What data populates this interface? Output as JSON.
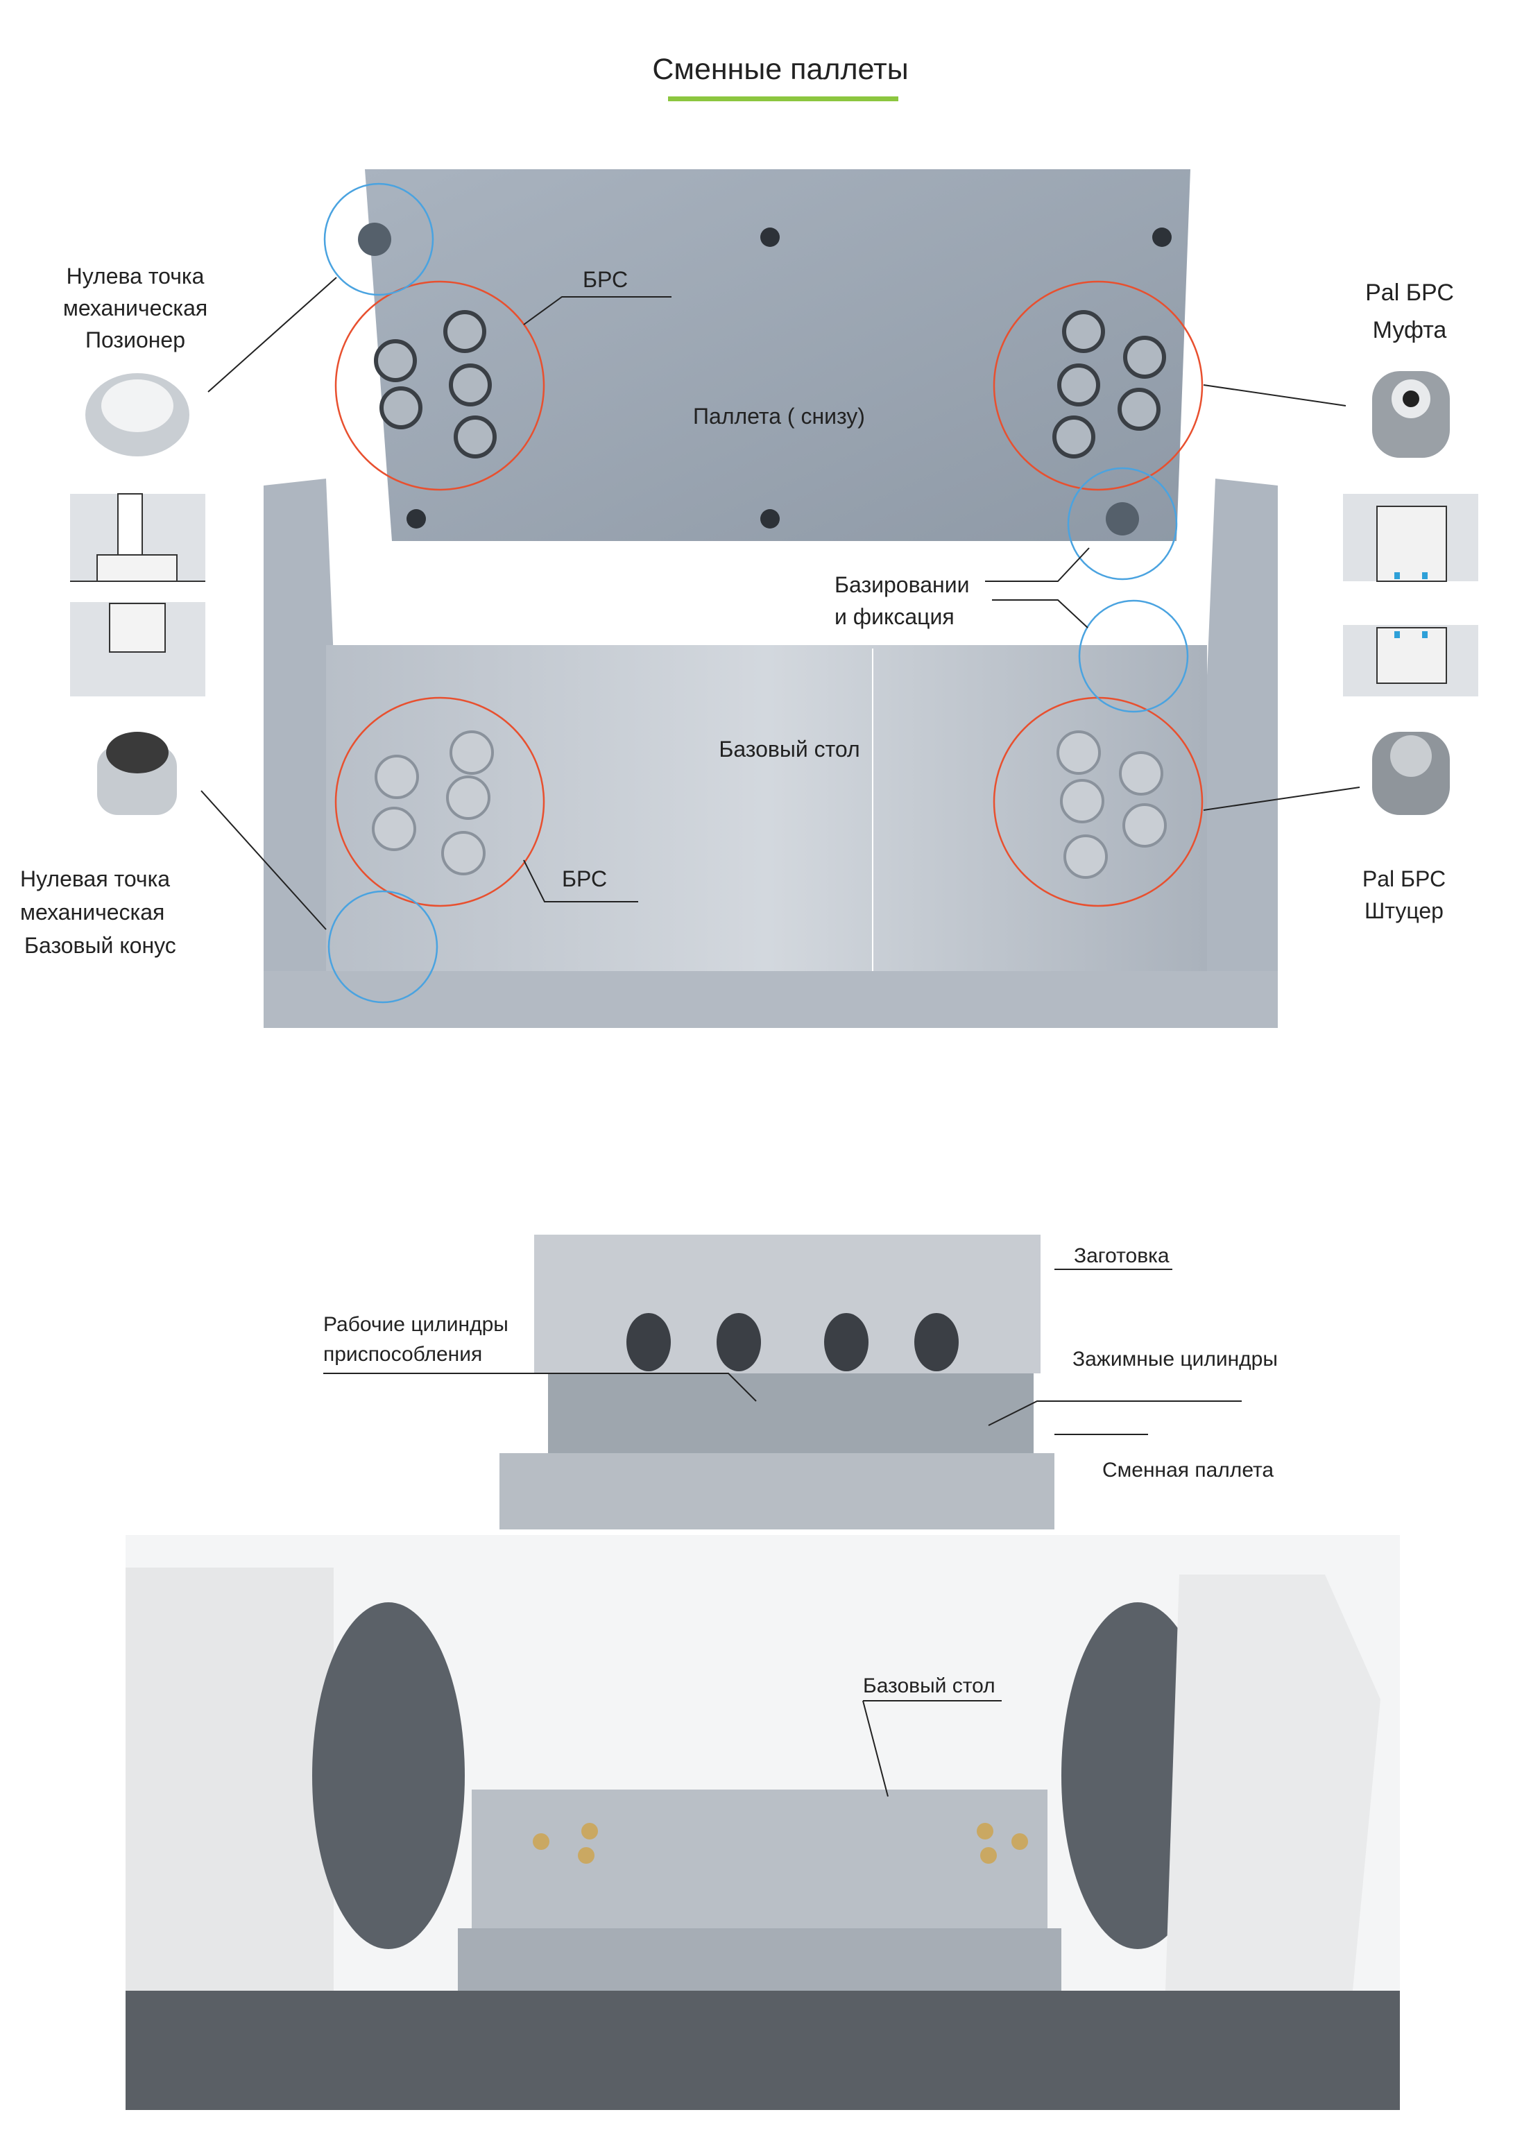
{
  "title": "Сменные паллеты",
  "colors": {
    "accent_underline": "#8cc63f",
    "highlight_red": "#e8502f",
    "highlight_blue": "#4aa3e0"
  },
  "upper_section": {
    "pallet_label": "Паллета ( снизу)",
    "brs_top_label": "БРС",
    "base_table_label": "Базовый стол",
    "brs_bottom_label": "БРС",
    "positioning_label": [
      "Базировании",
      "и фиксация"
    ],
    "zero_point_positioner": [
      "Нулева точка",
      "механическая",
      "Позионер"
    ],
    "zero_point_cone": [
      "Нулевая точка",
      "механическая",
      "Базовый конус"
    ],
    "pal_brs_coupling": [
      "Pal БРС",
      "Муфта"
    ],
    "pal_brs_nipple": [
      "Pal БРС",
      "Штуцер"
    ]
  },
  "lower_section": {
    "workpiece_label": "Заготовка",
    "fixture_cylinders_label": [
      "Рабочие цилиндры",
      "приспособления"
    ],
    "clamp_cylinders_label": "Зажимные цилиндры",
    "pallet_label": "Сменная паллета",
    "base_table_label": "Базовый стол"
  }
}
